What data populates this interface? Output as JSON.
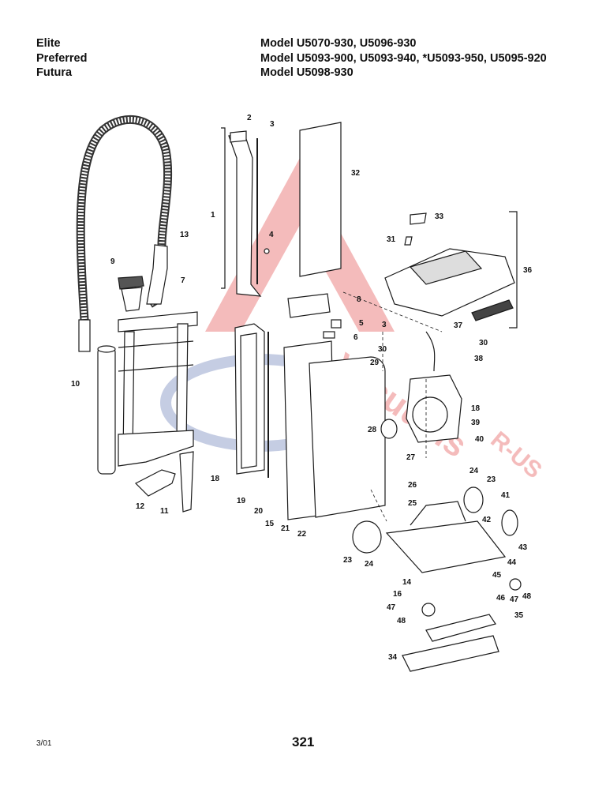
{
  "header": {
    "lines": [
      {
        "brand": "Elite",
        "models": "Model U5070-930, U5096-930"
      },
      {
        "brand": "Preferred",
        "models": "Model U5093-900, U5093-940, *U5093-950, U5095-920"
      },
      {
        "brand": "Futura",
        "models": "Model U5098-930"
      }
    ]
  },
  "diagram": {
    "callouts": [
      {
        "id": "c2",
        "label": "2"
      },
      {
        "id": "c3a",
        "label": "3"
      },
      {
        "id": "c32",
        "label": "32"
      },
      {
        "id": "c1",
        "label": "1"
      },
      {
        "id": "c4",
        "label": "4"
      },
      {
        "id": "c13",
        "label": "13"
      },
      {
        "id": "c9",
        "label": "9"
      },
      {
        "id": "c7",
        "label": "7"
      },
      {
        "id": "c33",
        "label": "33"
      },
      {
        "id": "c31",
        "label": "31"
      },
      {
        "id": "c36",
        "label": "36"
      },
      {
        "id": "c8",
        "label": "8"
      },
      {
        "id": "c5",
        "label": "5"
      },
      {
        "id": "c3b",
        "label": "3"
      },
      {
        "id": "c37",
        "label": "37"
      },
      {
        "id": "c6",
        "label": "6"
      },
      {
        "id": "c30a",
        "label": "30"
      },
      {
        "id": "c30b",
        "label": "30"
      },
      {
        "id": "c29",
        "label": "29"
      },
      {
        "id": "c38",
        "label": "38"
      },
      {
        "id": "c10",
        "label": "10"
      },
      {
        "id": "c18a",
        "label": "18"
      },
      {
        "id": "c39",
        "label": "39"
      },
      {
        "id": "c28",
        "label": "28"
      },
      {
        "id": "c40",
        "label": "40"
      },
      {
        "id": "c27",
        "label": "27"
      },
      {
        "id": "c18b",
        "label": "18"
      },
      {
        "id": "c24a",
        "label": "24"
      },
      {
        "id": "c23a",
        "label": "23"
      },
      {
        "id": "c26",
        "label": "26"
      },
      {
        "id": "c12",
        "label": "12"
      },
      {
        "id": "c19",
        "label": "19"
      },
      {
        "id": "c41",
        "label": "41"
      },
      {
        "id": "c25",
        "label": "25"
      },
      {
        "id": "c20",
        "label": "20"
      },
      {
        "id": "c11",
        "label": "11"
      },
      {
        "id": "c15",
        "label": "15"
      },
      {
        "id": "c42",
        "label": "42"
      },
      {
        "id": "c21",
        "label": "21"
      },
      {
        "id": "c22",
        "label": "22"
      },
      {
        "id": "c43",
        "label": "43"
      },
      {
        "id": "c23b",
        "label": "23"
      },
      {
        "id": "c24b",
        "label": "24"
      },
      {
        "id": "c44",
        "label": "44"
      },
      {
        "id": "c45",
        "label": "45"
      },
      {
        "id": "c14",
        "label": "14"
      },
      {
        "id": "c16",
        "label": "16"
      },
      {
        "id": "c46",
        "label": "46"
      },
      {
        "id": "c47a",
        "label": "47"
      },
      {
        "id": "c48a",
        "label": "48"
      },
      {
        "id": "c47b",
        "label": "47"
      },
      {
        "id": "c48b",
        "label": "48"
      },
      {
        "id": "c35",
        "label": "35"
      },
      {
        "id": "c34",
        "label": "34"
      }
    ],
    "watermark_text": [
      "Vacuums",
      "R-US"
    ]
  },
  "footer": {
    "date": "3/01",
    "page_number": "321"
  },
  "colors": {
    "ink": "#1a1a1a",
    "watermark_red": "#e03c3c",
    "watermark_blue": "#5a6fb0"
  }
}
